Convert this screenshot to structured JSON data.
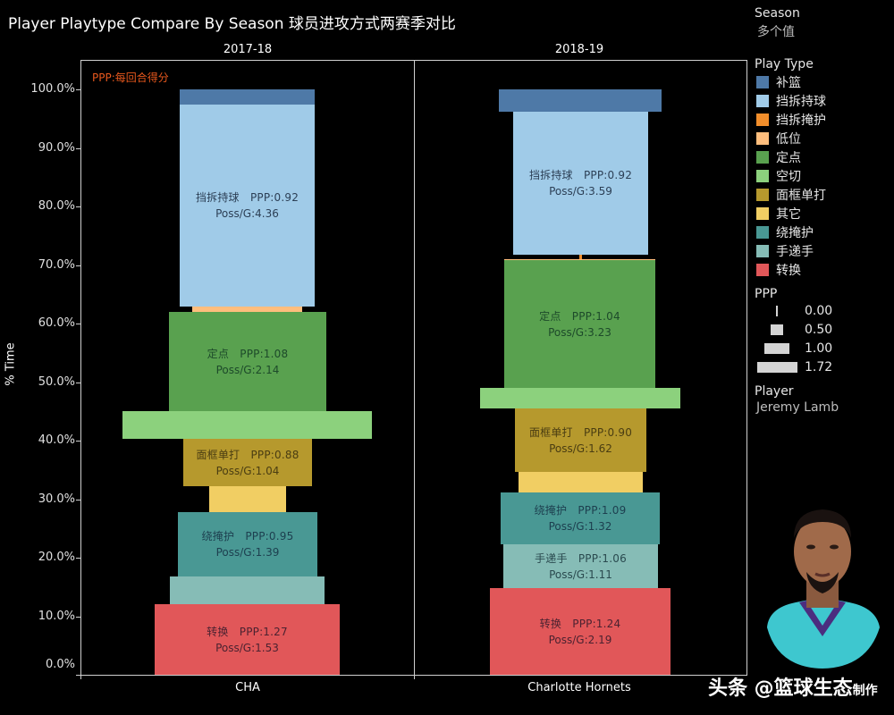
{
  "title": "Player Playtype Compare By Season 球员进攻方式两赛季对比",
  "ppp_note": "PPP:每回合得分",
  "y_axis": {
    "label": "% Time",
    "ticks": [
      "100.0%",
      "90.0%",
      "80.0%",
      "70.0%",
      "60.0%",
      "50.0%",
      "40.0%",
      "30.0%",
      "20.0%",
      "10.0%",
      "0.0%"
    ]
  },
  "seasons": [
    {
      "label": "2017-18",
      "team": "CHA"
    },
    {
      "label": "2018-19",
      "team": "Charlotte Hornets"
    }
  ],
  "legend": {
    "season_title": "Season",
    "season_value": "多个值",
    "playtype_title": "Play Type",
    "playtypes": [
      {
        "name": "补篮",
        "color": "#4e79a7"
      },
      {
        "name": "挡拆持球",
        "color": "#a0cbe8"
      },
      {
        "name": "挡拆掩护",
        "color": "#f28e2b"
      },
      {
        "name": "低位",
        "color": "#ffbe7d"
      },
      {
        "name": "定点",
        "color": "#59a14f"
      },
      {
        "name": "空切",
        "color": "#8cd17d"
      },
      {
        "name": "面框单打",
        "color": "#b6992d"
      },
      {
        "name": "其它",
        "color": "#f1ce63"
      },
      {
        "name": "绕掩护",
        "color": "#499894"
      },
      {
        "name": "手递手",
        "color": "#86bcb6"
      },
      {
        "name": "转换",
        "color": "#e15759"
      }
    ],
    "ppp_title": "PPP",
    "ppp_scale": [
      {
        "label": "0.00",
        "w": 2
      },
      {
        "label": "0.50",
        "w": 14
      },
      {
        "label": "1.00",
        "w": 28
      },
      {
        "label": "1.72",
        "w": 45
      }
    ],
    "player_title": "Player",
    "player_value": "Jeremy Lamb"
  },
  "labels": {
    "s1": {
      "pnr_handler": {
        "l1": "挡拆持球　PPP:0.92",
        "l2": "Poss/G:4.36"
      },
      "spot_up": {
        "l1": "定点　PPP:1.08",
        "l2": "Poss/G:2.14"
      },
      "isolation": {
        "l1": "面框单打　PPP:0.88",
        "l2": "Poss/G:1.04"
      },
      "off_screen": {
        "l1": "绕掩护　PPP:0.95",
        "l2": "Poss/G:1.39"
      },
      "transition": {
        "l1": "转换　PPP:1.27",
        "l2": "Poss/G:1.53"
      }
    },
    "s2": {
      "pnr_handler": {
        "l1": "挡拆持球　PPP:0.92",
        "l2": "Poss/G:3.59"
      },
      "spot_up": {
        "l1": "定点　PPP:1.04",
        "l2": "Poss/G:3.23"
      },
      "isolation": {
        "l1": "面框单打　PPP:0.90",
        "l2": "Poss/G:1.62"
      },
      "off_screen": {
        "l1": "绕掩护　PPP:1.09",
        "l2": "Poss/G:1.32"
      },
      "handoff": {
        "l1": "手递手　PPP:1.06",
        "l2": "Poss/G:1.11"
      },
      "transition": {
        "l1": "转换　PPP:1.24",
        "l2": "Poss/G:2.19"
      }
    }
  },
  "watermark": {
    "main": "头条 @篮球生态",
    "suffix": "制作"
  },
  "chart_data": {
    "type": "bar",
    "subtype": "stacked-100-percent with width encoding PPP",
    "title": "Player Playtype Compare By Season 球员进攻方式两赛季对比",
    "xlabel": "",
    "ylabel": "% Time",
    "ylim": [
      0,
      100
    ],
    "categories": [
      "2017-18 CHA",
      "2018-19 Charlotte Hornets"
    ],
    "series": [
      {
        "name": "转换",
        "values": [
          12.1,
          14.8
        ],
        "ppp": [
          1.27,
          1.24
        ],
        "poss_per_game": [
          1.53,
          2.19
        ]
      },
      {
        "name": "手递手",
        "values": [
          4.7,
          7.5
        ],
        "ppp": [
          null,
          1.06
        ],
        "poss_per_game": [
          null,
          1.11
        ]
      },
      {
        "name": "绕掩护",
        "values": [
          11.0,
          8.9
        ],
        "ppp": [
          0.95,
          1.09
        ],
        "poss_per_game": [
          1.39,
          1.32
        ]
      },
      {
        "name": "其它",
        "values": [
          4.4,
          3.5
        ]
      },
      {
        "name": "面框单打",
        "values": [
          8.1,
          10.8
        ],
        "ppp": [
          0.88,
          0.9
        ],
        "poss_per_game": [
          1.04,
          1.62
        ]
      },
      {
        "name": "空切",
        "values": [
          4.7,
          3.5
        ]
      },
      {
        "name": "定点",
        "values": [
          16.9,
          21.8
        ],
        "ppp": [
          1.08,
          1.04
        ],
        "poss_per_game": [
          2.14,
          3.23
        ]
      },
      {
        "name": "低位",
        "values": [
          0.9,
          0.2
        ]
      },
      {
        "name": "挡拆掩护",
        "values": [
          0.0,
          0.8
        ]
      },
      {
        "name": "挡拆持球",
        "values": [
          34.5,
          24.4
        ],
        "ppp": [
          0.92,
          0.92
        ],
        "poss_per_game": [
          4.36,
          3.59
        ]
      },
      {
        "name": "补篮",
        "values": [
          2.6,
          3.8
        ]
      }
    ],
    "legend_position": "right",
    "grid": false
  }
}
